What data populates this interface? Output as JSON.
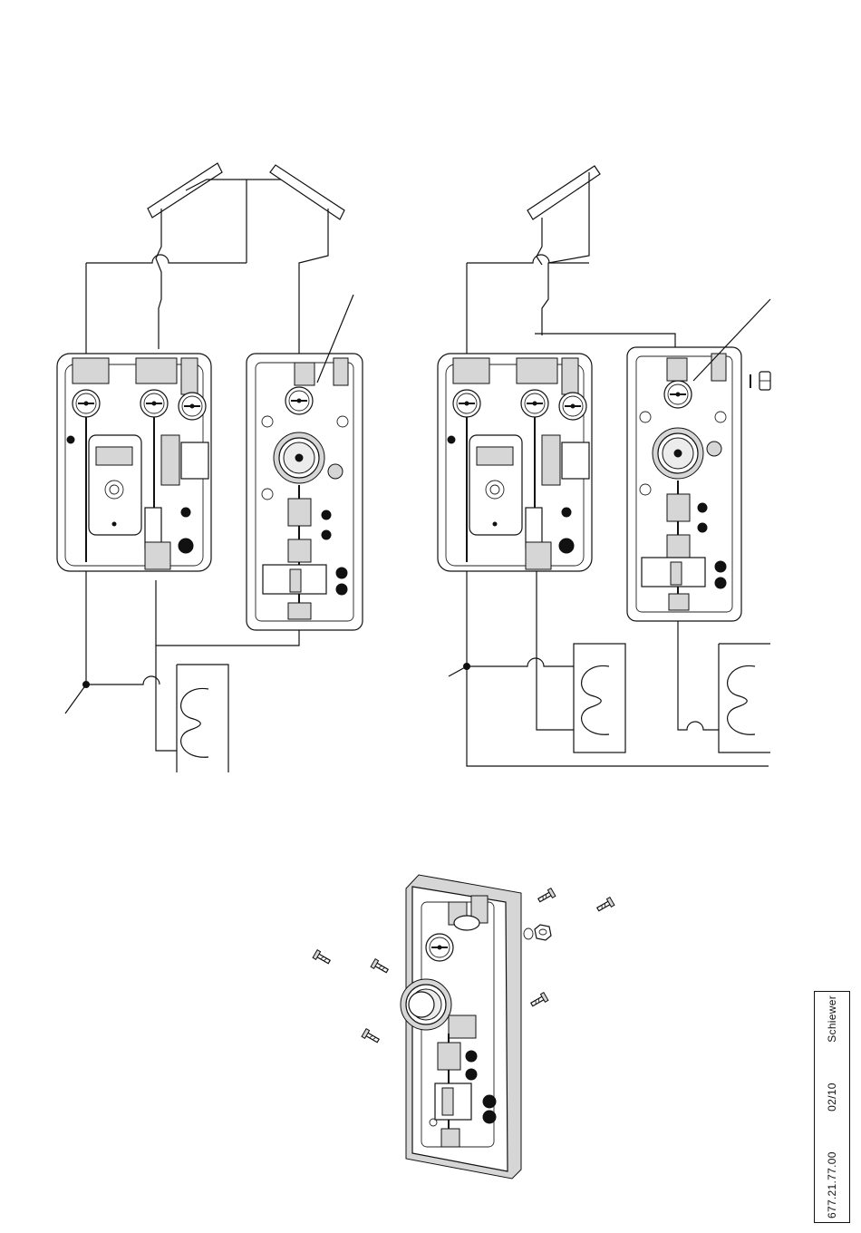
{
  "footer": {
    "doc_number": "677.21.77.00",
    "date": "02/10",
    "author": "Schiewer"
  },
  "figures": {
    "left_diagram": "solar station with two collectors, pump module and one storage tank",
    "right_diagram": "solar station with one collector, pump module and two storage tanks",
    "bottom_drawing": "exploded view of the second pump module with mounting screws"
  }
}
